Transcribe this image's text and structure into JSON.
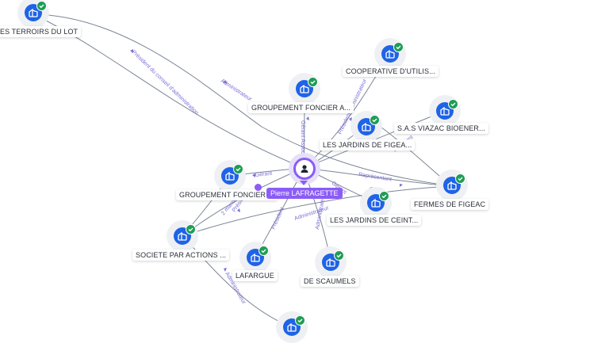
{
  "person": {
    "name": "Pierre LAFRAGETTE",
    "icon": "user-icon",
    "accent": "#8b5cf6"
  },
  "nodes": [
    {
      "id": "terroirs",
      "label": "ES TERROIRS DU LOT",
      "icon": "company-icon"
    },
    {
      "id": "cooperative",
      "label": "COOPERATIVE D'UTILIS...",
      "icon": "company-icon"
    },
    {
      "id": "gf1",
      "label": "GROUPEMENT FONCIER A...",
      "icon": "company-icon"
    },
    {
      "id": "viazac",
      "label": "S.A.S VIAZAC BIOENER...",
      "icon": "company-icon"
    },
    {
      "id": "jardins-figeac",
      "label": "LES JARDINS DE FIGEA...",
      "icon": "company-icon"
    },
    {
      "id": "gf2",
      "label": "GROUPEMENT FONCIER ...",
      "icon": "company-icon"
    },
    {
      "id": "fermes",
      "label": "FERMES DE FIGEAC",
      "icon": "company-icon"
    },
    {
      "id": "jardins-ceint",
      "label": "LES JARDINS DE CEINT...",
      "icon": "company-icon"
    },
    {
      "id": "spa",
      "label": "SOCIETE PAR ACTIONS ...",
      "icon": "company-icon"
    },
    {
      "id": "lafargue",
      "label": "LAFARGUE",
      "icon": "company-icon"
    },
    {
      "id": "scaumels",
      "label": "DE SCAUMELS",
      "icon": "company-icon"
    },
    {
      "id": "bottom",
      "label": "",
      "icon": "company-icon"
    }
  ],
  "edge_labels": {
    "terroirs": "Président du conseil d'administration",
    "admin_top": "Administrateur",
    "gf1": "Gérant Associé",
    "cooperative": "Président Administrateur",
    "viazac": "Président",
    "gf2": "Gérant",
    "fermes": "Représentant",
    "jardins_ceint": "Gérant",
    "spa_badge": "2 mandats",
    "spa_pres": "Président",
    "spa_admin": "Administrateur",
    "lafargue": "Président",
    "scaumels": "Administrateur",
    "bottom": "Administrateur"
  },
  "colors": {
    "company": "#1f63e6",
    "verified": "#1f9d55",
    "edge": "#7b8596",
    "edge_label": "#7a6fd6"
  }
}
